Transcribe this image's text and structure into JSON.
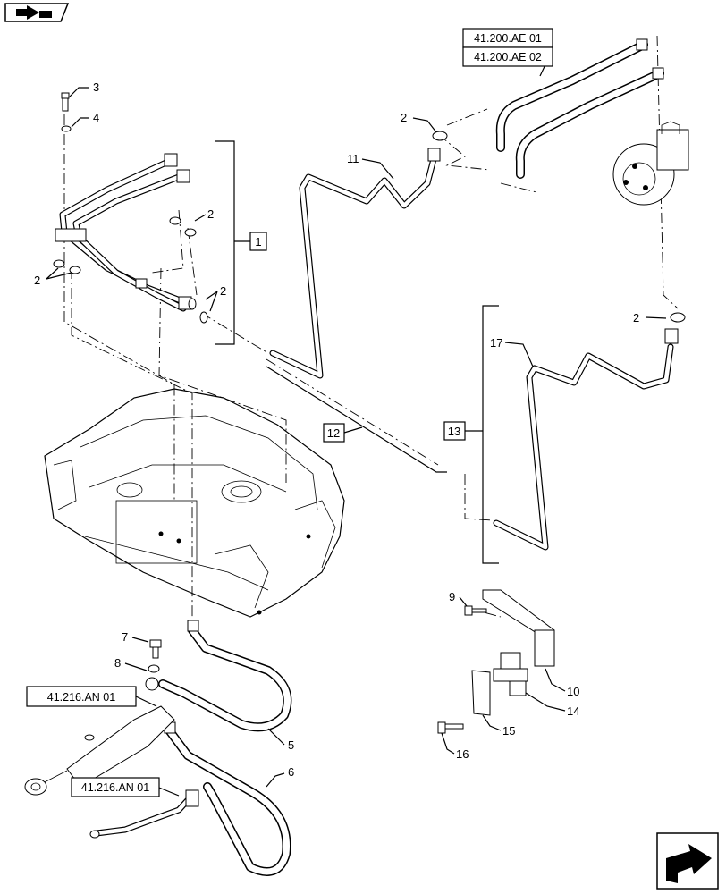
{
  "diagram": {
    "nav_icons": {
      "top_left": "arrow-to-book-icon",
      "bottom_right": "arrow-right-icon"
    },
    "reference_boxes": {
      "ref_41_200_ae_01": "41.200.AE 01",
      "ref_41_200_ae_02": "41.200.AE 02",
      "ref_41_216_an_01_a": "41.216.AN 01",
      "ref_41_216_an_01_b": "41.216.AN 01"
    },
    "group_boxes": {
      "group_1": "1",
      "group_12": "12",
      "group_13": "13"
    },
    "callouts": {
      "c3": "3",
      "c4": "4",
      "c2_tl": "2",
      "c2_left": "2",
      "c2_right": "2",
      "c2_mid": "2",
      "c2_right_top": "2",
      "c11": "11",
      "c17": "17",
      "c9": "9",
      "c10": "10",
      "c14": "14",
      "c15": "15",
      "c16": "16",
      "c7": "7",
      "c8": "8",
      "c5": "5",
      "c6": "6"
    }
  }
}
